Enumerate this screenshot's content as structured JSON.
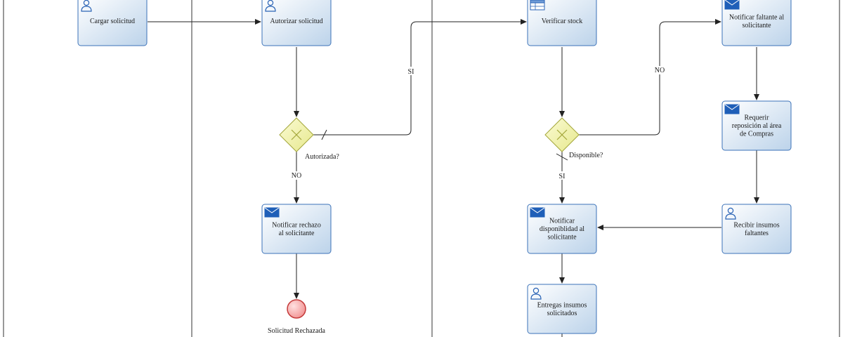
{
  "diagram": {
    "tasks": [
      {
        "id": "t1",
        "icon": "user-icon",
        "lines": [
          "Cargar solicitud"
        ]
      },
      {
        "id": "t2",
        "icon": "user-icon",
        "lines": [
          "Autorizar solicitud"
        ]
      },
      {
        "id": "t3",
        "icon": "table-icon",
        "lines": [
          "Verificar stock"
        ]
      },
      {
        "id": "t4",
        "icon": "envelope-icon",
        "lines": [
          "Notificar faltante al",
          "solicitante"
        ]
      },
      {
        "id": "t5",
        "icon": "envelope-icon",
        "lines": [
          "Notificar rechazo",
          "al solicitante"
        ]
      },
      {
        "id": "t6",
        "icon": "envelope-icon",
        "lines": [
          "Requerir",
          "reposición al área",
          "de Compras"
        ]
      },
      {
        "id": "t7",
        "icon": "envelope-icon",
        "lines": [
          "Notificar",
          "disponiblidad al",
          "solicitante"
        ]
      },
      {
        "id": "t8",
        "icon": "user-icon",
        "lines": [
          "Recibir insumos",
          "faltantes"
        ]
      },
      {
        "id": "t9",
        "icon": "user-icon",
        "lines": [
          "Entregas insumos",
          "solicitados"
        ]
      }
    ],
    "gateways": [
      {
        "id": "g1",
        "label": "Autorizada?"
      },
      {
        "id": "g2",
        "label": "Disponible?"
      }
    ],
    "end_event": {
      "label": "Solicitud Rechazada"
    },
    "flow_labels": {
      "si_1": "SI",
      "no_1": "NO",
      "no_2": "NO",
      "si_2": "SI"
    }
  }
}
